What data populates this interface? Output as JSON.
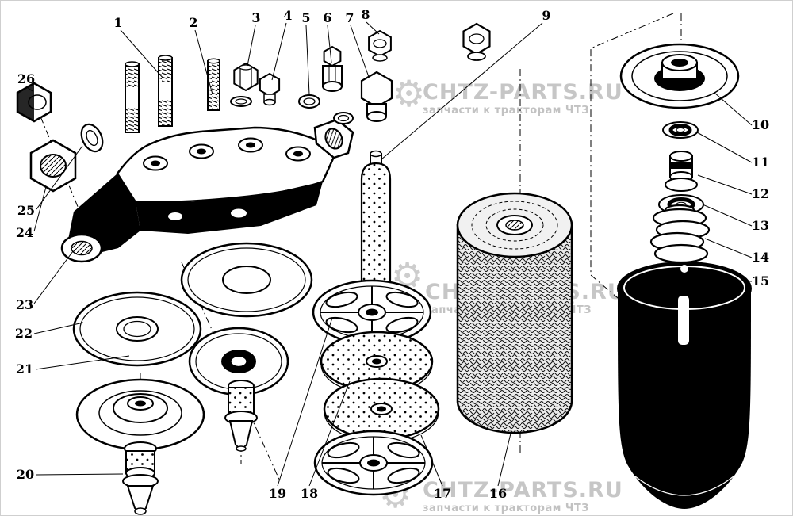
{
  "diagram": {
    "part_labels": [
      "1",
      "2",
      "3",
      "4",
      "5",
      "6",
      "7",
      "8",
      "9",
      "10",
      "11",
      "12",
      "13",
      "14",
      "15",
      "16",
      "17",
      "18",
      "19",
      "20",
      "21",
      "22",
      "23",
      "24",
      "25",
      "26"
    ]
  },
  "watermark": {
    "brand": "CHTZ-PARTS.RU",
    "subtitle": "запчасти к тракторам ЧТЗ",
    "gear_glyph": "⚙",
    "color": "#c8c8c8"
  },
  "colors": {
    "ink": "#000000",
    "background": "#ffffff",
    "watermark_gray": "#c8c8c8"
  }
}
